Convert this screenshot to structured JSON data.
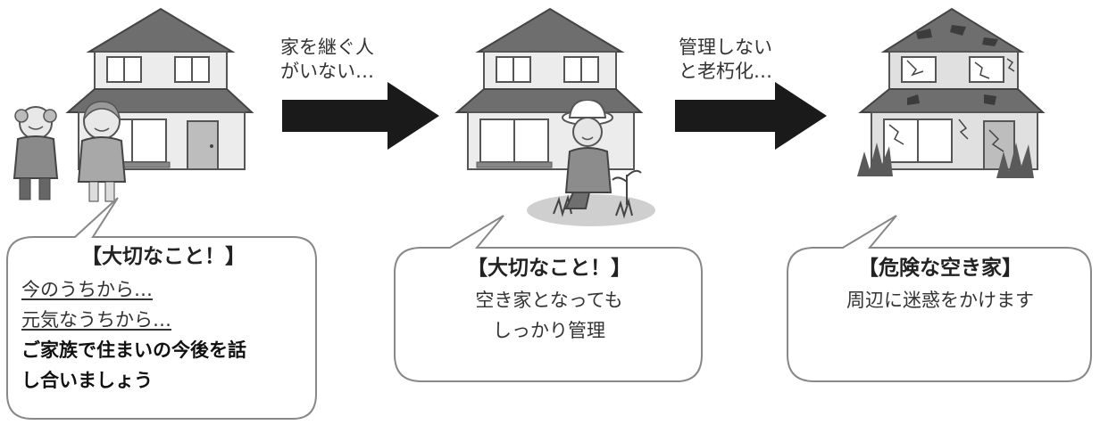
{
  "arrows": [
    {
      "label_lines": [
        "家を継ぐ人",
        "がいない…"
      ]
    },
    {
      "label_lines": [
        "管理しない",
        "と老朽化…"
      ]
    }
  ],
  "bubbles": [
    {
      "title": "【大切なこと！】",
      "lines": [
        "今のうちから…",
        "元気なうちから…"
      ],
      "bold_lines": [
        "ご家族で住まいの今後を話",
        "し合いましょう"
      ]
    },
    {
      "title": "【大切なこと！】",
      "lines": [
        "空き家となっても",
        "しっかり管理"
      ]
    },
    {
      "title": "【危険な空き家】",
      "lines": [
        "周辺に迷惑をかけます"
      ]
    }
  ],
  "icons": [
    "house-icon",
    "elderly-couple-icon",
    "gardening-woman-icon",
    "abandoned-house-icon",
    "right-arrow-icon"
  ],
  "colors": {
    "roof": "#6e6e6e",
    "wall": "#ececec",
    "arrow": "#1a1a1a",
    "outline": "#555555"
  }
}
